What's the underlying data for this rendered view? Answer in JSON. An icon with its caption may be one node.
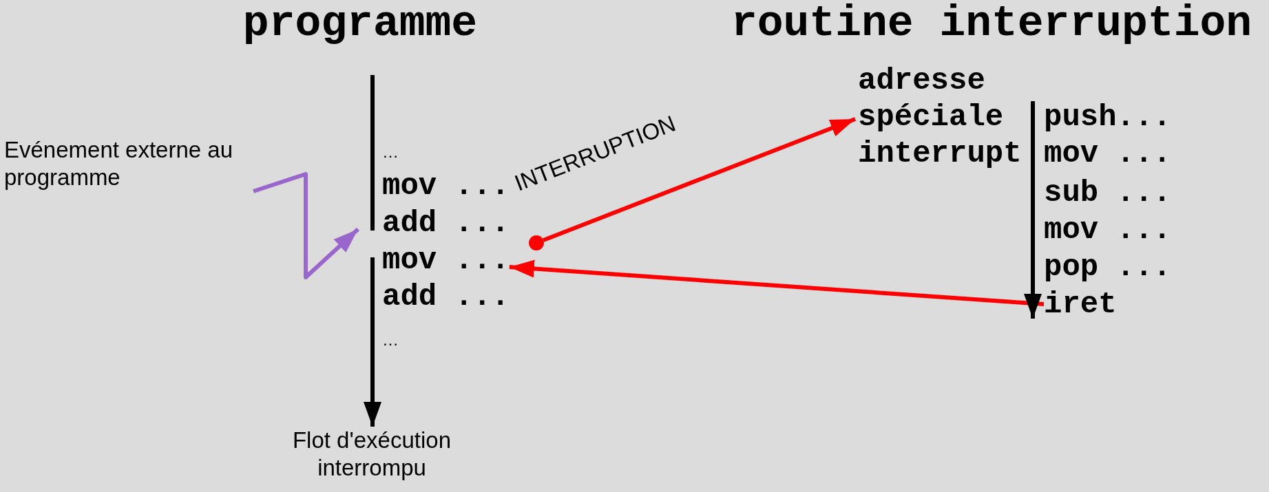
{
  "diagram": {
    "nodes": [
      {
        "text": [
          "Evénement externe au programme"
        ]
      },
      {
        "text": [
          "…"
        ]
      },
      {
        "text": [
          "mov ..."
        ]
      },
      {
        "text": [
          "add ..."
        ]
      },
      {
        "text": [
          "mov ..."
        ]
      },
      {
        "text": [
          "add ..."
        ]
      },
      {
        "text": [
          "…"
        ]
      },
      {
        "text": [
          "Flot d'exécution interrompu"
        ]
      },
      {
        "text": [],
        "shape": "circle"
      },
      {
        "text": [
          "adresse spéciale interrupt"
        ]
      },
      {
        "text": [
          "push..."
        ]
      },
      {
        "text": [
          "mov ..."
        ]
      },
      {
        "text": [
          "sub ..."
        ]
      },
      {
        "text": [
          "mov ..."
        ]
      },
      {
        "text": [
          "pop ..."
        ]
      },
      {
        "text": [
          "iret"
        ]
      }
    ],
    "edges": [
      {
        "from": 0,
        "to": 3,
        "arrow": "to",
        "color": "#9966cc"
      },
      {
        "from": 8,
        "to": 9,
        "arrow": "to",
        "label": "INTERRUPTION",
        "color": "#ff0000"
      },
      {
        "from": 15,
        "to": 4,
        "arrow": "to",
        "color": "#ff0000"
      },
      {
        "from": 4,
        "to": 7,
        "arrow": "to",
        "color": "#000000"
      },
      {
        "from": 10,
        "to": 15,
        "arrow": "to",
        "color": "#000000"
      }
    ],
    "labels": [
      "programme",
      "routine interruption"
    ]
  }
}
